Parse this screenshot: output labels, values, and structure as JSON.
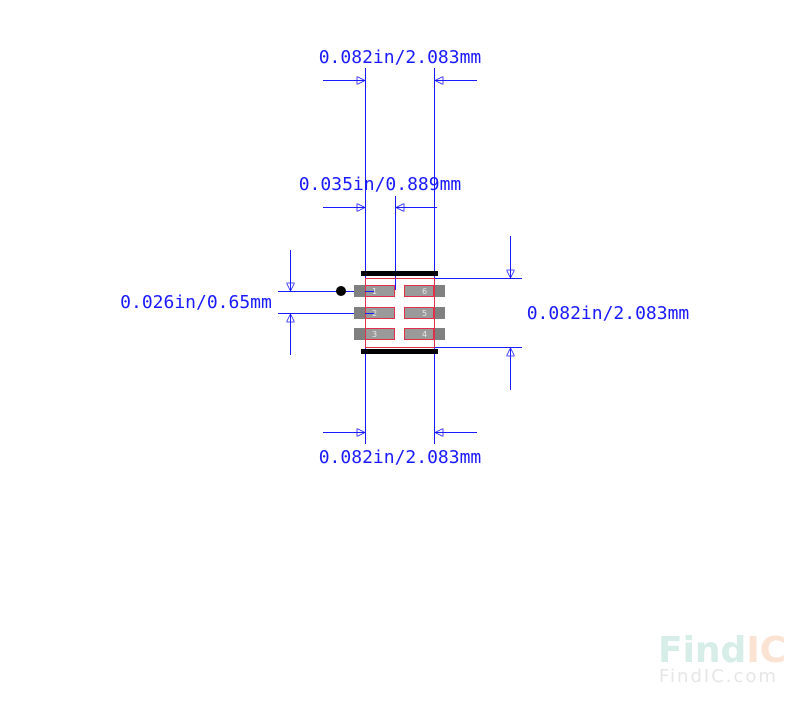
{
  "dimensions": {
    "top_width": "0.082in/2.083mm",
    "pad_spacing": "0.035in/0.889mm",
    "pitch": "0.026in/0.65mm",
    "height": "0.082in/2.083mm",
    "bottom_width": "0.082in/2.083mm"
  },
  "pins": [
    "1",
    "2",
    "3",
    "4",
    "5",
    "6"
  ],
  "watermark": {
    "logo_a": "Find",
    "logo_b": "IC",
    "url": "FindIC.com"
  },
  "colors": {
    "dimension": "#1a1aff",
    "outline": "#e0304a",
    "pad": "#9a9a9a",
    "pad_dark": "#808080",
    "silk": "#000000"
  }
}
